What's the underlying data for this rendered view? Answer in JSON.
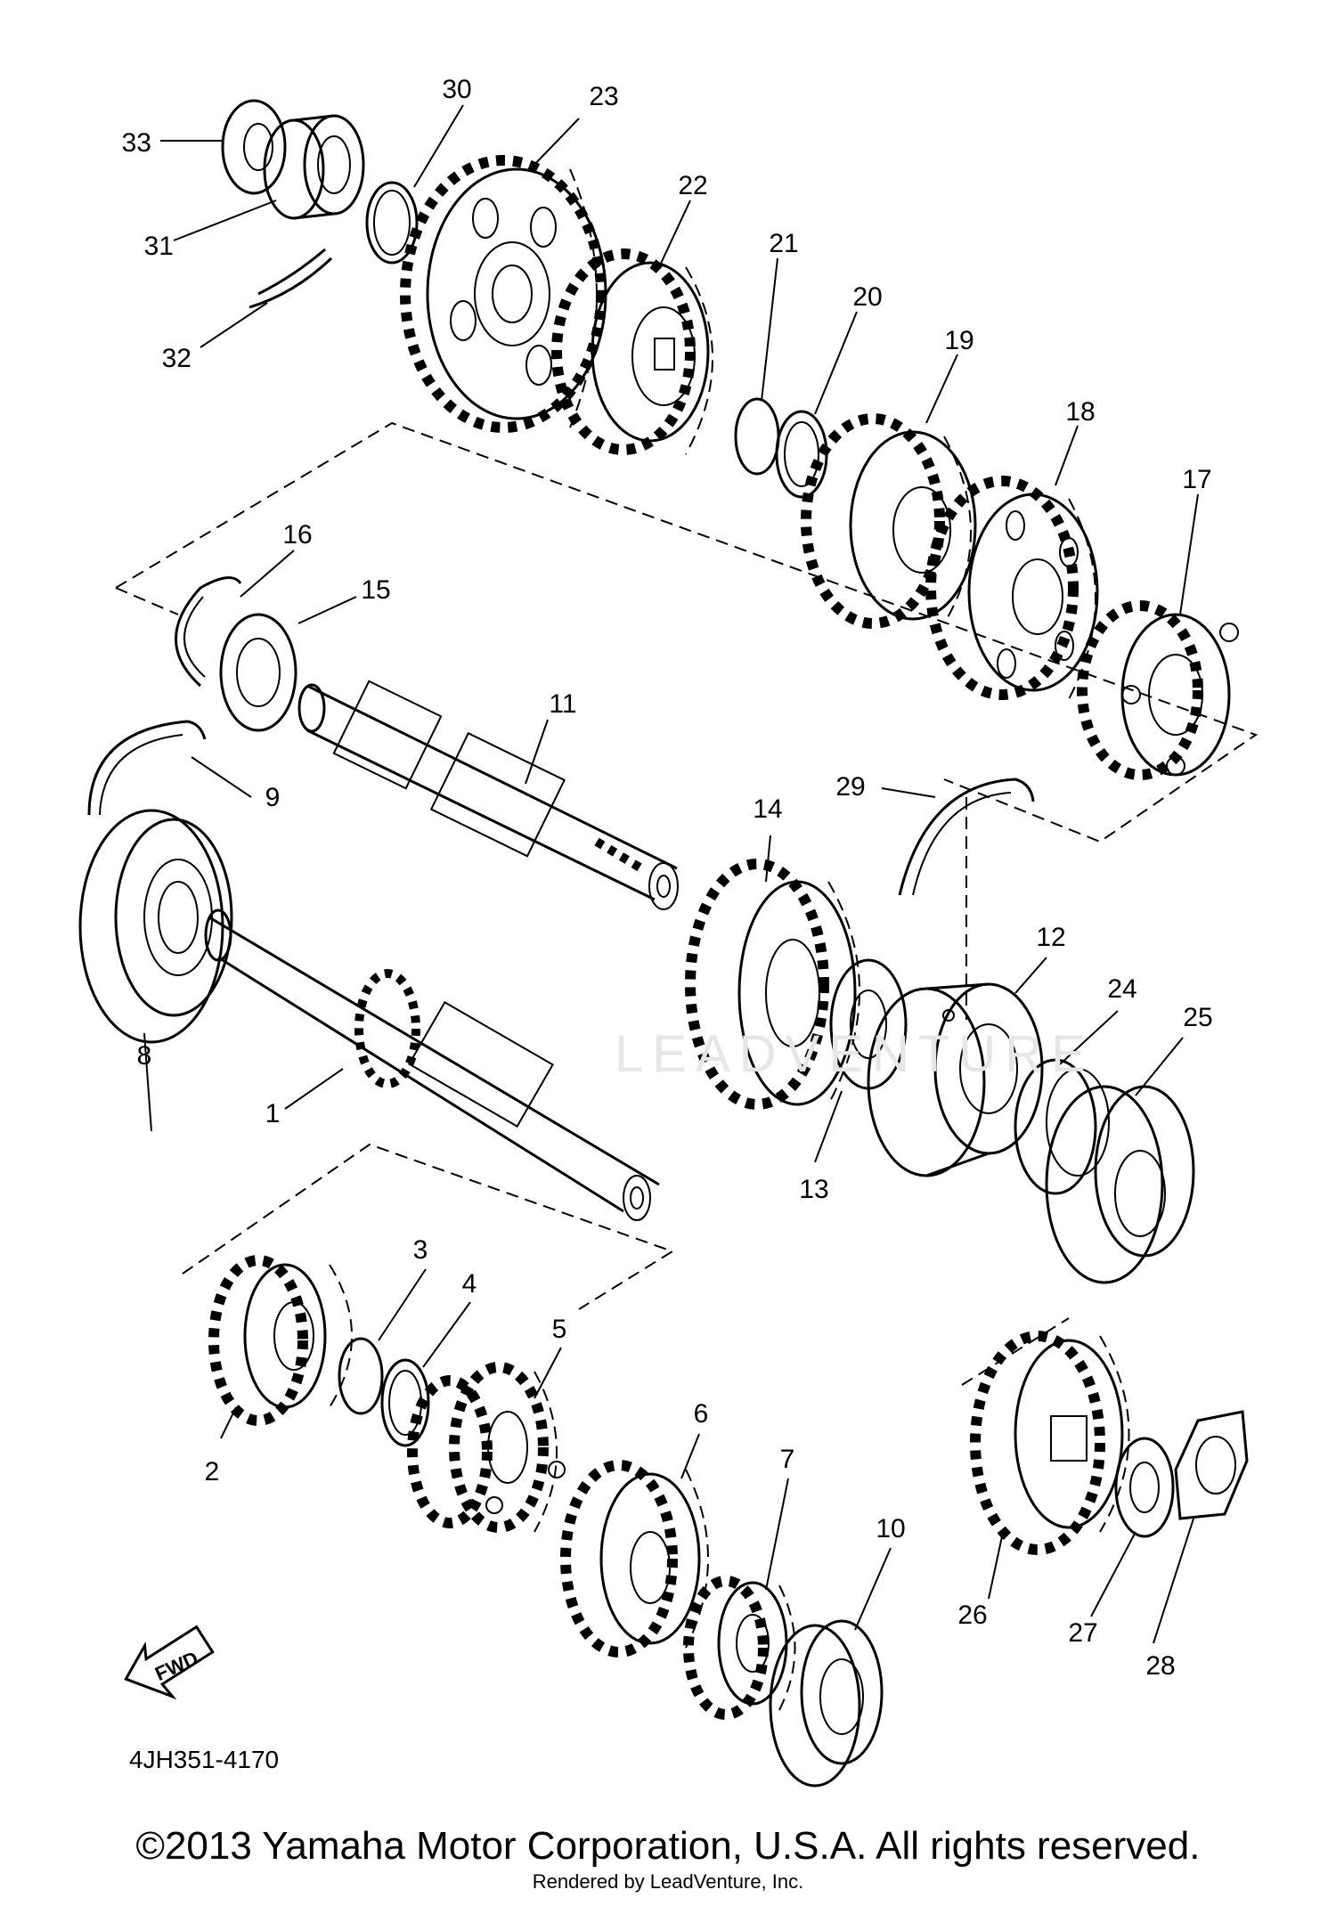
{
  "diagram": {
    "part_code": "4JH351-4170",
    "direction_label": "FWD",
    "watermark_text": "LEADVENTURE",
    "copyright": "©2013 Yamaha Motor Corporation, U.S.A. All rights reserved.",
    "rendered_by": "Rendered by LeadVenture, Inc.",
    "callouts": [
      "1",
      "2",
      "3",
      "4",
      "5",
      "6",
      "7",
      "8",
      "9",
      "10",
      "11",
      "12",
      "13",
      "14",
      "15",
      "16",
      "17",
      "18",
      "19",
      "20",
      "21",
      "22",
      "23",
      "24",
      "25",
      "26",
      "27",
      "28",
      "29",
      "30",
      "31",
      "32",
      "33"
    ]
  },
  "colors": {
    "ink": "#000000",
    "background": "#ffffff",
    "watermark": "#e6e6e6"
  }
}
